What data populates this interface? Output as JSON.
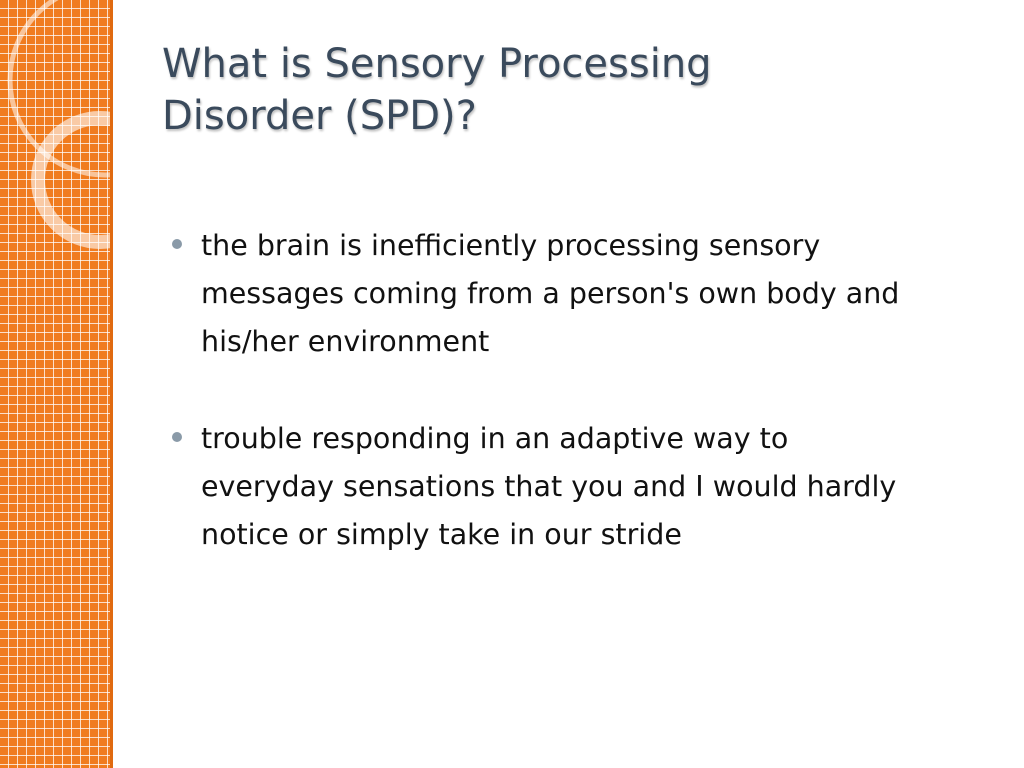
{
  "slide": {
    "title": "What is Sensory Processing Disorder (SPD)?",
    "bullets": [
      {
        "text": "the brain is inefficiently processing sensory messages coming from a person's own body and his/her environment"
      },
      {
        "text": "trouble responding in an adaptive way to everyday sensations that you and I would hardly notice or simply take in our stride"
      }
    ]
  },
  "theme": {
    "accent": "#f07c1f",
    "title_color": "#3a4a5c",
    "bullet_color": "#8a9aa8",
    "text_color": "#111111"
  }
}
